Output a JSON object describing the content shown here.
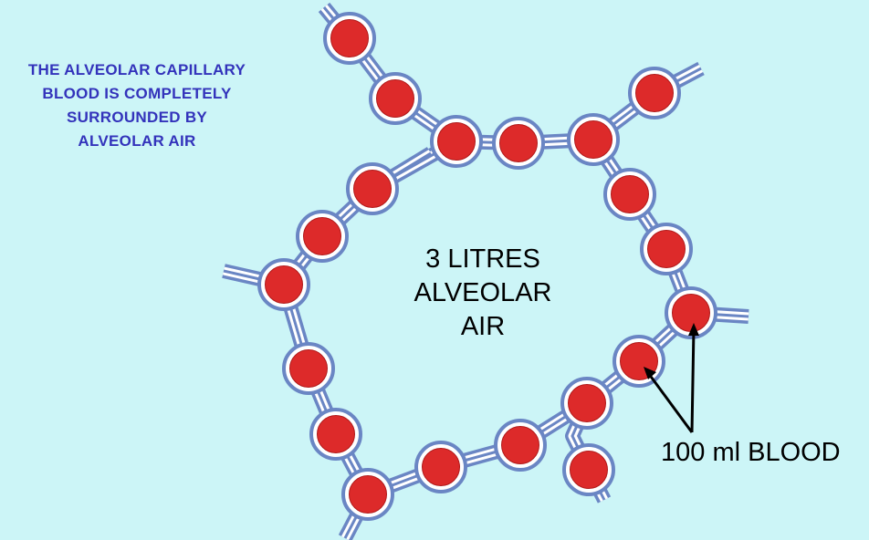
{
  "caption": {
    "lines": [
      "THE ALVEOLAR CAPILLARY",
      "BLOOD IS COMPLETELY",
      "SURROUNDED  BY",
      "ALVEOLAR  AIR"
    ]
  },
  "center_label": {
    "lines": [
      "3 LITRES",
      "ALVEOLAR",
      "AIR"
    ]
  },
  "blood_label": "100 ml BLOOD",
  "colors": {
    "background": "#ccf5f7",
    "vessel_wall": "#6a86c4",
    "vessel_lumen": "#ffffff",
    "red_blood_cell": "#dd2a2a",
    "caption_text": "#3333bb",
    "label_text": "#000000"
  }
}
